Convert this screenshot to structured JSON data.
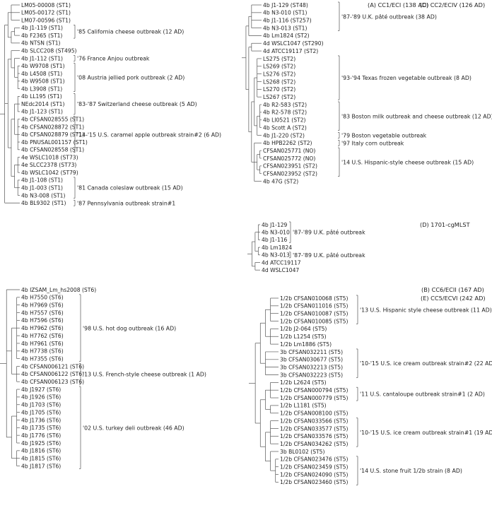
{
  "panels": [
    {
      "id": "A",
      "title": "(A)  CC1/ECI (138 AD)",
      "leaves": [
        "LM05-00008 (ST1)",
        "LM05-00172 (ST1)",
        "LM07-00596 (ST1)",
        "4b J1-119 (ST1)",
        "4b F2365 (ST1)",
        "4b NTSN (ST1)",
        "4b SLCC208 (ST495)",
        "4b J1-112 (ST1)",
        "4b W9708 (ST1)",
        "4b L4508 (ST1)",
        "4b W9508 (ST1)",
        "4b L3908 (ST1)",
        "4b LL195 (ST1)",
        "NEdc2014 (ST1)",
        "4b J1-123 (ST1)",
        "4b CFSAN028555 (ST1)",
        "4b CFSAN028872 (ST1)",
        "4b CFSAN028879 (ST1)",
        "4b PNUSAL001157 (ST1)",
        "4b CFSAN028558 (ST1)",
        "4e WSLC1018 (ST73)",
        "4e SLCC2378 (ST73)",
        "4b WSLC1042 (ST79)",
        "4b J1-108 (ST1)",
        "4b J1-003 (ST1)",
        "4b N3-008 (ST1)",
        "4b BL9302 (ST1)"
      ],
      "outbreaks": [
        "'85 California cheese outbreak (12 AD)",
        "'76 France Anjou outbreak",
        "'08 Austria jellied pork outbreak (2 AD)",
        "'83-'87 Switzerland cheese outbreak (5 AD)",
        "'14-'15 U.S. caramel apple outbreak strain#2 (6 AD)",
        "'81 Canada coleslaw outbreak (15 AD)",
        "'87 Pennsylvania outbreak strain#1"
      ]
    },
    {
      "id": "B",
      "title": "(B)  CC6/ECII (167 AD)",
      "leaves": [
        "4b IZSAM_Lm_hs2008 (ST6)",
        "4b H7550 (ST6)",
        "4b H7969 (ST6)",
        "4b H7557 (ST6)",
        "4b H7596 (ST6)",
        "4b H7962 (ST6)",
        "4b H7762 (ST6)",
        "4b H7961 (ST6)",
        "4b H7738 (ST6)",
        "4b H7355 (ST6)",
        "4b CFSAN006121 (ST6)",
        "4b CFSAN006122 (ST6)",
        "4b CFSAN006123 (ST6)",
        "4b J1927 (ST6)",
        "4b J1926 (ST6)",
        "4b J1703 (ST6)",
        "4b J1705 (ST6)",
        "4b J1736 (ST6)",
        "4b J1735 (ST6)",
        "4b J1776 (ST6)",
        "4b J1925 (ST6)",
        "4b J1816 (ST6)",
        "4b J1815 (ST6)",
        "4b J1817 (ST6)"
      ],
      "outbreaks": [
        "'98 U.S. hot dog outbreak (16 AD)",
        "'13 U.S. French-style cheese outbreak (1 AD)",
        "'02 U.S. turkey deli outbreak (46 AD)"
      ]
    },
    {
      "id": "C",
      "title": "(C)  CC2/ECIV (126 AD)",
      "leaves": [
        "4b J1-129 (ST48)",
        "4b N3-010 (ST1)",
        "4b J1-116 (ST257)",
        "4b N3-013 (ST1)",
        "4b Lm1824 (ST2)",
        "4d WSLC1047 (ST290)",
        "4d ATCC19117 (ST2)",
        "LS275 (ST2)",
        "LS269 (ST2)",
        "LS276 (ST2)",
        "LS268 (ST2)",
        "LS270 (ST2)",
        "LS267 (ST2)",
        "4b R2-583 (ST2)",
        "4b R2-578 (ST2)",
        "4b LI0521 (ST2)",
        "4b Scott A (ST2)",
        "4b J1-220 (ST2)",
        "4b HPB2262 (ST2)",
        "CFSAN025771 (NO)",
        "CFSAN025772 (NO)",
        "CFSAN023951 (ST2)",
        "CFSAN023952 (ST2)",
        "4b 47G (ST2)"
      ],
      "outbreaks": [
        "'87-'89 U.K. pâté outbreak (38 AD)",
        "'93-'94 Texas frozen vegetable outbreak (8 AD)",
        "'83 Boston milk outbreak and cheese outbreak (12 AD)",
        "'79 Boston vegetable outbreak",
        "'97 Italy corn outbreak",
        "'14 U.S. Hispanic-style cheese outbreak (15 AD)"
      ]
    },
    {
      "id": "D",
      "title": "(D)  1701-cgMLST",
      "leaves": [
        "4b J1-129",
        "4b N3-010",
        "4b J1-116",
        "4b Lm1824",
        "4b N3-013",
        "4d ATCC19117",
        "4d WSLC1047"
      ],
      "outbreaks": [
        "'87-'89 U.K. pâté outbreak",
        "'87-'89 U.K. pâté outbreak"
      ]
    },
    {
      "id": "E",
      "title": "(E)  CC5/ECVI (242 AD)",
      "leaves": [
        "1/2b CFSAN010068 (ST5)",
        "1/2b CFSAN011016 (ST5)",
        "1/2b CFSAN010087 (ST5)",
        "1/2b CFSAN010085 (ST5)",
        "1/2b J2-064 (ST5)",
        "1/2b L1254 (ST5)",
        "1/2b Lm1886 (ST5)",
        "3b CFSAN032211 (ST5)",
        "3b CFSAN030677 (ST5)",
        "3b CFSAN032213 (ST5)",
        "3b CFSAN032223 (ST5)",
        "1/2b L2624 (ST5)",
        "1/2b CFSAN000794 (ST5)",
        "1/2b CFSAN000779 (ST5)",
        "1/2b L1181 (ST5)",
        "1/2b CFSAN008100 (ST5)",
        "1/2b CFSAN033566 (ST5)",
        "1/2b CFSAN033577 (ST5)",
        "1/2b CFSAN033576 (ST5)",
        "1/2b CFSAN034262 (ST5)",
        "3b BL0102 (ST5)",
        "1/2b CFSAN023476 (ST5)",
        "1/2b CFSAN023459 (ST5)",
        "1/2b CFSAN024090 (ST5)",
        "1/2b CFSAN023460 (ST5)"
      ],
      "outbreaks": [
        "'13 U.S. Hispanic style cheese outbreak (11 AD)",
        "'10-'15 U.S. ice cream outbreak strain#2 (22 AD)",
        "'11 U.S. cantaloupe outbreak strain#1 (2 AD)",
        "'10-'15 U.S. ice cream outbreak strain#1 (19 AD)",
        "'14 U.S. stone fruit 1/2b strain (8 AD)"
      ]
    }
  ]
}
